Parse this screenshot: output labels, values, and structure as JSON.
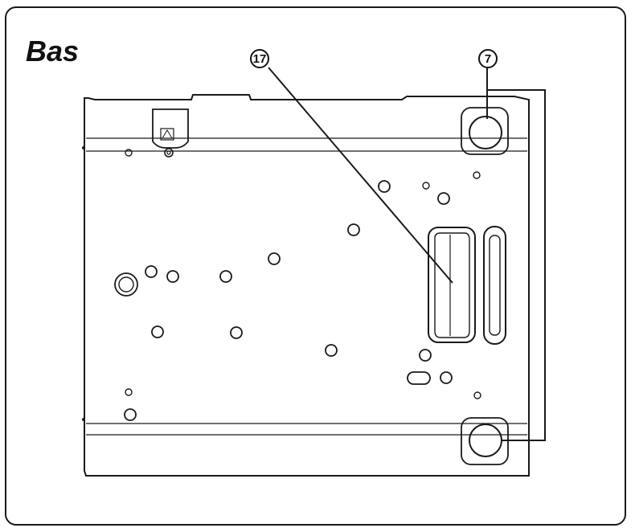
{
  "title": "Bas",
  "callouts": {
    "feet": "7",
    "handle": "17"
  },
  "colors": {
    "line": "#1a1a1a",
    "background": "#ffffff"
  }
}
